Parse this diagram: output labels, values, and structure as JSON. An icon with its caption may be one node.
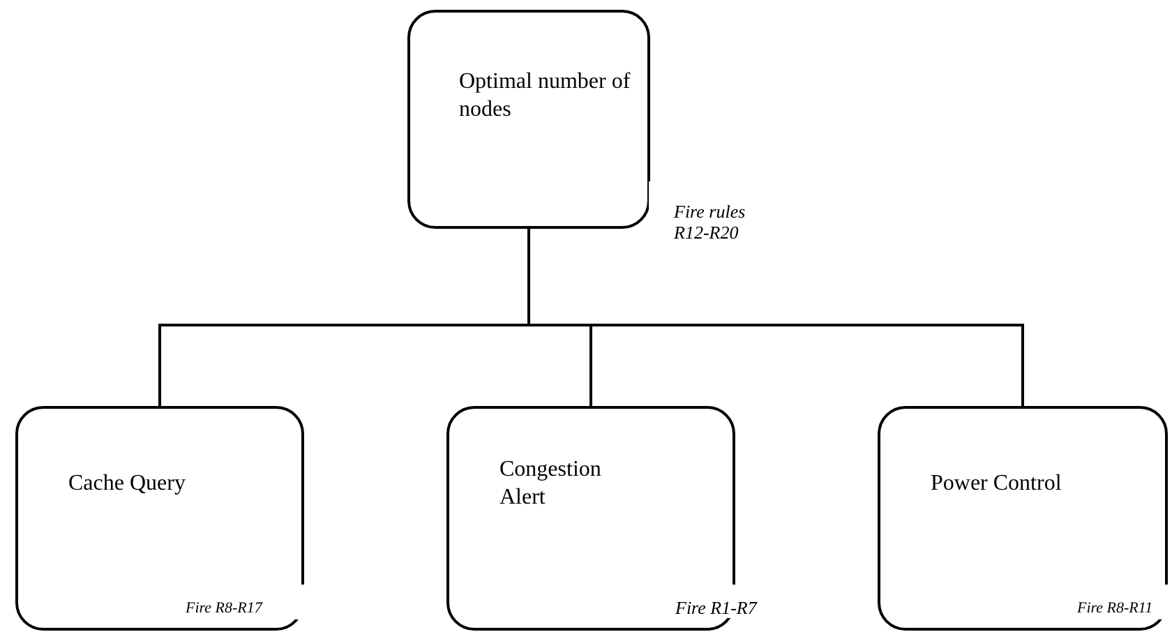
{
  "diagram": {
    "nodes": [
      {
        "text": [
          "Optimal number of nodes"
        ],
        "beside": [
          "Fire rules R12-R20"
        ]
      },
      {
        "text": [
          "Cache Query",
          "Fire R8-R17"
        ]
      },
      {
        "text": [
          "Congestion Alert",
          "Fire R1-R7"
        ]
      },
      {
        "text": [
          "Power Control",
          "Fire R8-R11"
        ]
      }
    ],
    "edges": [
      {
        "from": 0,
        "to": 1,
        "arrow": "none"
      },
      {
        "from": 0,
        "to": 2,
        "arrow": "none"
      },
      {
        "from": 0,
        "to": 3,
        "arrow": "none"
      }
    ]
  }
}
